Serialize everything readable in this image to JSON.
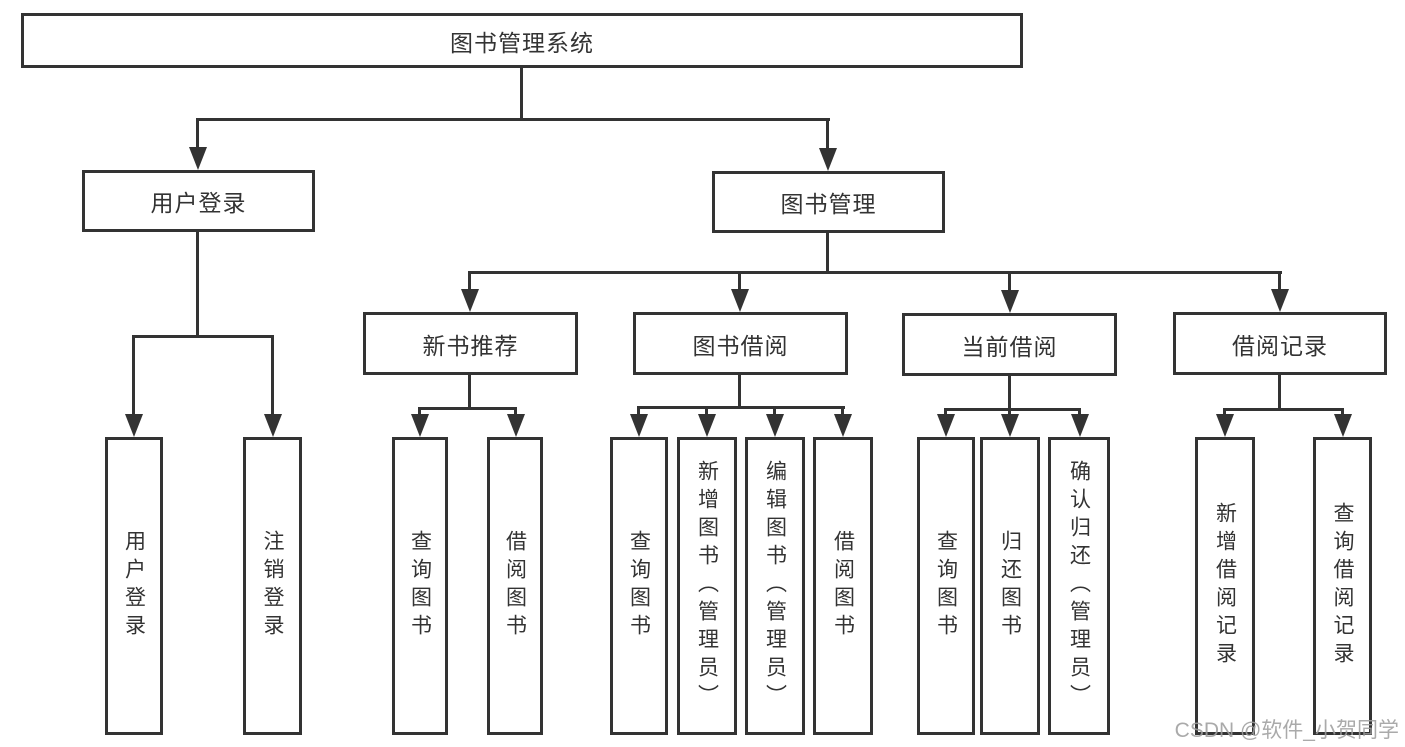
{
  "diagram": {
    "title": "图书管理系统",
    "level2": [
      {
        "label": "用户登录"
      },
      {
        "label": "图书管理"
      }
    ],
    "level3": [
      {
        "label": "新书推荐",
        "parent": "图书管理"
      },
      {
        "label": "图书借阅",
        "parent": "图书管理"
      },
      {
        "label": "当前借阅",
        "parent": "图书管理"
      },
      {
        "label": "借阅记录",
        "parent": "图书管理"
      }
    ],
    "leaves": [
      {
        "label": "用户登录",
        "parent": "用户登录"
      },
      {
        "label": "注销登录",
        "parent": "用户登录"
      },
      {
        "label": "查询图书",
        "parent": "新书推荐"
      },
      {
        "label": "借阅图书",
        "parent": "新书推荐"
      },
      {
        "label": "查询图书",
        "parent": "图书借阅"
      },
      {
        "label": "新增图书（管理员）",
        "parent": "图书借阅"
      },
      {
        "label": "编辑图书（管理员）",
        "parent": "图书借阅"
      },
      {
        "label": "借阅图书",
        "parent": "图书借阅"
      },
      {
        "label": "查询图书",
        "parent": "当前借阅"
      },
      {
        "label": "归还图书",
        "parent": "当前借阅"
      },
      {
        "label": "确认归还（管理员）",
        "parent": "当前借阅"
      },
      {
        "label": "新增借阅记录",
        "parent": "借阅记录"
      },
      {
        "label": "查询借阅记录",
        "parent": "借阅记录"
      }
    ]
  },
  "watermark": {
    "text": "CSDN @软件_小贺同学"
  },
  "colors": {
    "line": "#333333",
    "text": "#333333",
    "box_background": "#ffffff",
    "watermark": "#9e9e9e",
    "background": "#ffffff"
  }
}
